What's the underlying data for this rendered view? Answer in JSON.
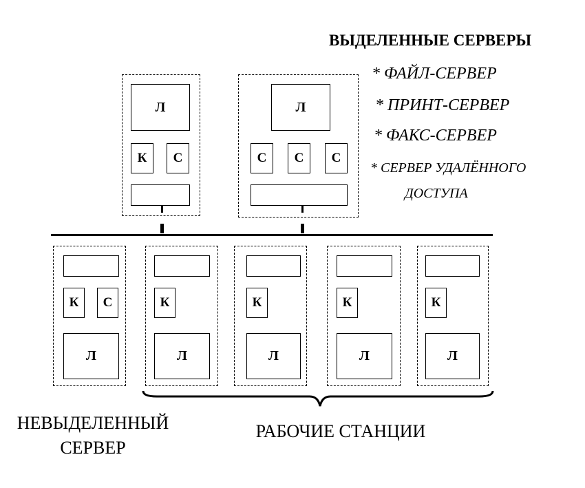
{
  "legend": {
    "title": "ВЫДЕЛЕННЫЕ СЕРВЕРЫ",
    "items": [
      "* ФАЙЛ-СЕРВЕР",
      "* ПРИНТ-СЕРВЕР",
      "* ФАКС-СЕРВЕР",
      "* СЕРВЕР УДАЛЁННОГО",
      "ДОСТУПА"
    ]
  },
  "labels": {
    "L": "Л",
    "K": "К",
    "S": "С"
  },
  "captions": {
    "nondedicated_line1": "НЕВЫДЕЛЕННЫЙ",
    "nondedicated_line2": "СЕРВЕР",
    "workstations": "РАБОЧИЕ  СТАНЦИИ"
  }
}
